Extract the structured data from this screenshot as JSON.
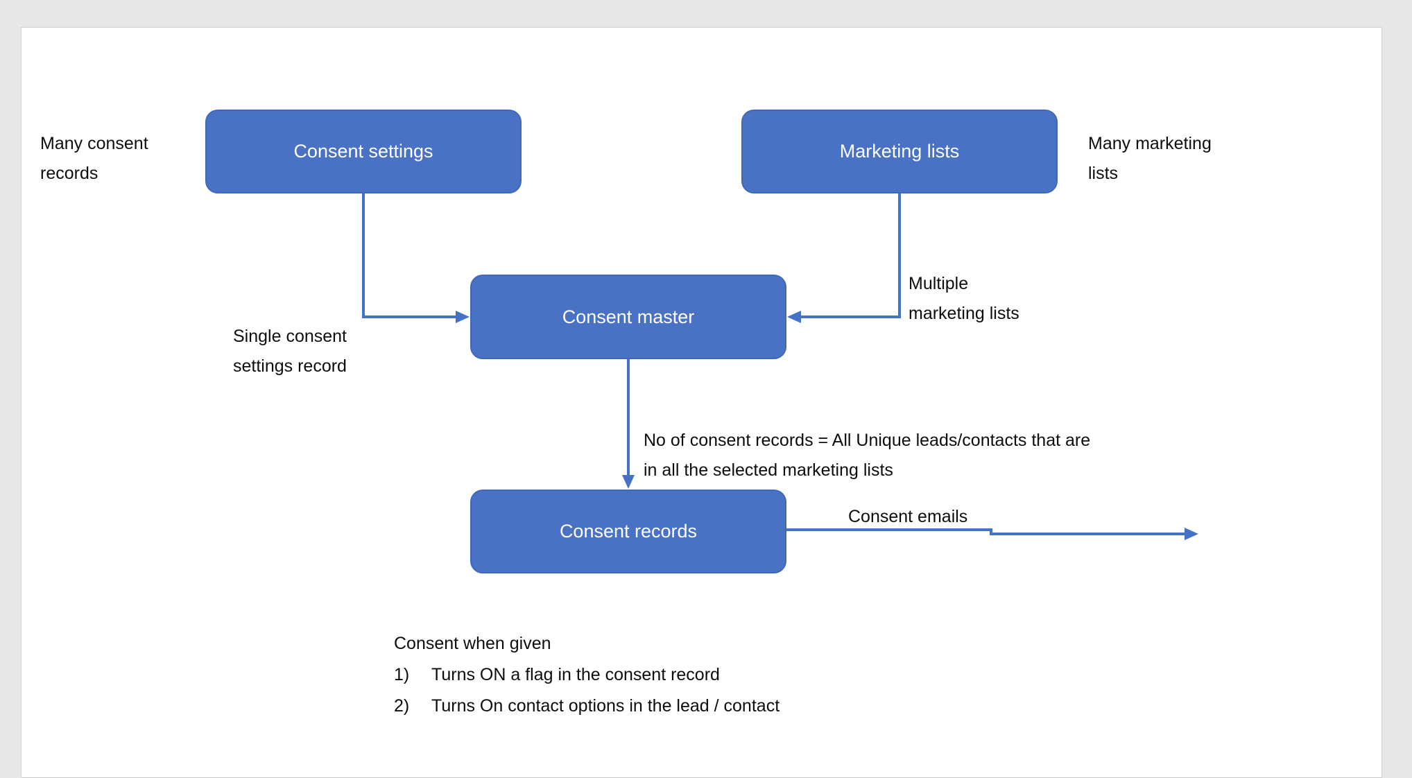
{
  "page": {
    "background": "#e7e7e7",
    "slide_background": "#ffffff",
    "accent": "#4472c4"
  },
  "nodes": {
    "consent_settings": "Consent settings",
    "marketing_lists": "Marketing lists",
    "consent_master": "Consent master",
    "consent_records": "Consent records"
  },
  "labels": {
    "many_consent_records": {
      "lines": [
        "Many consent",
        "records"
      ]
    },
    "many_marketing_lists": {
      "lines": [
        "Many marketing",
        "lists"
      ]
    },
    "single_consent_settings_record": {
      "lines": [
        "Single consent",
        "settings record"
      ]
    },
    "multiple_marketing_lists": {
      "lines": [
        "Multiple",
        "marketing lists"
      ]
    },
    "records_count_note": {
      "lines": [
        "No of consent records = All Unique leads/contacts that are",
        "in all the selected marketing lists"
      ]
    },
    "consent_emails": "Consent emails"
  },
  "notes": {
    "title": "Consent when given",
    "items": [
      {
        "num": "1)",
        "text": "Turns ON a flag in the consent record"
      },
      {
        "num": "2)",
        "text": "Turns On contact options in the lead / contact"
      }
    ]
  }
}
